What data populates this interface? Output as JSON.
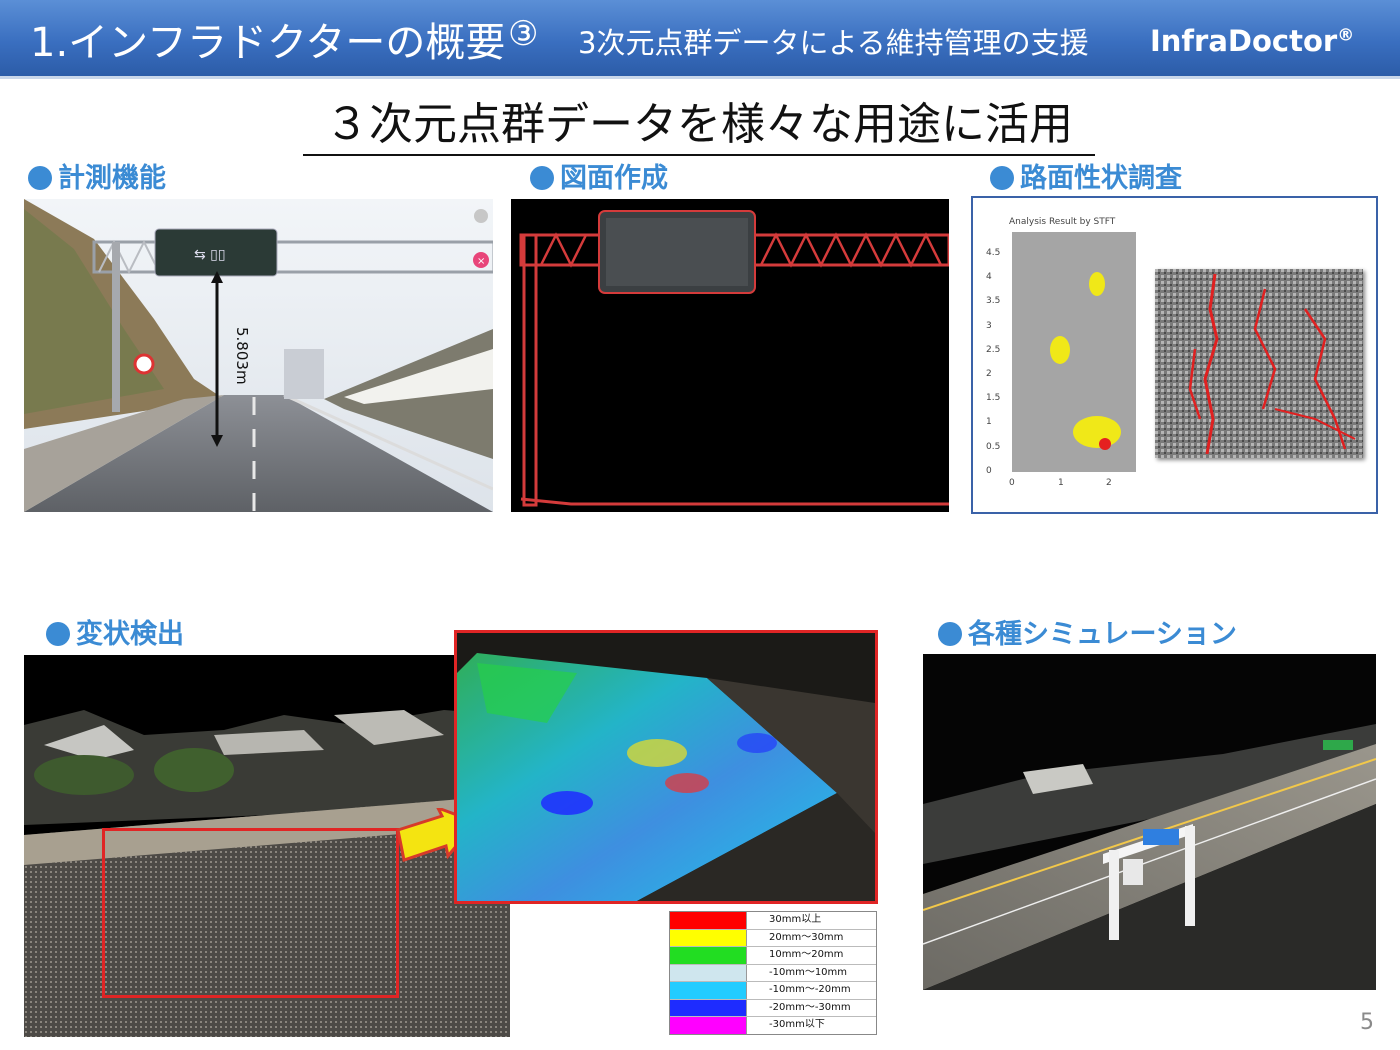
{
  "header": {
    "title_main": "1.インフラドクターの概要",
    "title_num": "③",
    "title_sub": "3次元点群データによる維持管理の支援",
    "brand": "InfraDoctor",
    "brand_mark": "®"
  },
  "slide_title": "３次元点群データを様々な用途に活用",
  "sections": {
    "measure": "計測機能",
    "drawing": "図面作成",
    "road_survey": "路面性状調査",
    "deformation": "変状検出",
    "simulation": "各種シミュレーション"
  },
  "measure_panel": {
    "measurement": "5.803m"
  },
  "road_panel": {
    "chart_title": "Analysis Result by STFT",
    "y_ticks": [
      "4.5",
      "4",
      "3.5",
      "3",
      "2.5",
      "2",
      "1.5",
      "1",
      "0.5",
      "0"
    ],
    "x_ticks": [
      "0",
      "1",
      "2"
    ]
  },
  "legend": [
    {
      "color": "#ff0000",
      "label": "30mm以上"
    },
    {
      "color": "#ffff00",
      "label": "20mm～30mm"
    },
    {
      "color": "#22dd22",
      "label": "10mm～20mm"
    },
    {
      "color": "#cfe6ee",
      "label": "-10mm～10mm"
    },
    {
      "color": "#22ccff",
      "label": "-10mm～-20mm"
    },
    {
      "color": "#1e2cff",
      "label": "-20mm～-30mm"
    },
    {
      "color": "#ff00ff",
      "label": "-30mm以下"
    }
  ],
  "page_number": "5"
}
